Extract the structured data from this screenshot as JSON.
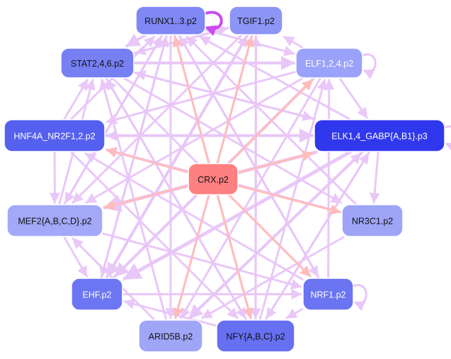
{
  "colors": {
    "background": "#ffffff",
    "edge_regulatory": "#e8c6f8",
    "edge_center": "#ffbcbc",
    "edge_self_strong": "#c84cf0"
  },
  "center_node": {
    "label": "CRX.p2",
    "fill": "#ff8080",
    "text_color": "#111111"
  },
  "nodes": [
    {
      "id": "runx",
      "label": "RUNX1..3.p2",
      "fill": "#7f88f5",
      "text_color": "#111111"
    },
    {
      "id": "tgif",
      "label": "TGIF1.p2",
      "fill": "#8d95f7",
      "text_color": "#111111"
    },
    {
      "id": "stat",
      "label": "STAT2,4,6.p2",
      "fill": "#7680f3",
      "text_color": "#111111"
    },
    {
      "id": "elf",
      "label": "ELF1,2,4.p2",
      "fill": "#9aa2fa",
      "text_color": "#ffffff"
    },
    {
      "id": "hnf",
      "label": "HNF4A_NR2F1,2.p2",
      "fill": "#5560ef",
      "text_color": "#ffffff"
    },
    {
      "id": "elk",
      "label": "ELK1,4_GABP{A,B1}.p3",
      "fill": "#3038ed",
      "text_color": "#ffffff"
    },
    {
      "id": "mef",
      "label": "MEF2{A,B,C,D}.p2",
      "fill": "#a3a9f8",
      "text_color": "#111111"
    },
    {
      "id": "nr3",
      "label": "NR3C1.p2",
      "fill": "#9ea5f7",
      "text_color": "#111111"
    },
    {
      "id": "ehf",
      "label": "EHF.p2",
      "fill": "#6d76f2",
      "text_color": "#ffffff"
    },
    {
      "id": "nrf",
      "label": "NRF1.p2",
      "fill": "#6b74f1",
      "text_color": "#ffffff"
    },
    {
      "id": "arid",
      "label": "ARID5B.p2",
      "fill": "#a0a6f7",
      "text_color": "#111111"
    },
    {
      "id": "nfy",
      "label": "NFY{A,B,C}.p2",
      "fill": "#6670f1",
      "text_color": "#111111"
    }
  ],
  "center_edges": [
    "runx",
    "tgif",
    "elf",
    "hnf",
    "elk",
    "mef",
    "nr3",
    "nrf",
    "arid",
    "nfy"
  ],
  "self_loops": [
    {
      "node": "runx",
      "strength": "strong"
    },
    {
      "node": "elf",
      "strength": "normal"
    },
    {
      "node": "elk",
      "strength": "normal"
    },
    {
      "node": "nrf",
      "strength": "normal"
    }
  ],
  "edges": [
    {
      "from": "runx",
      "to": "stat",
      "w": 4
    },
    {
      "from": "runx",
      "to": "elf",
      "w": 3
    },
    {
      "from": "runx",
      "to": "ehf",
      "w": 3
    },
    {
      "from": "runx",
      "to": "arid",
      "w": 3
    },
    {
      "from": "runx",
      "to": "mef",
      "w": 3
    },
    {
      "from": "runx",
      "to": "nfy",
      "w": 3
    },
    {
      "from": "runx",
      "to": "nrf",
      "w": 3
    },
    {
      "from": "tgif",
      "to": "stat",
      "w": 3
    },
    {
      "from": "tgif",
      "to": "ehf",
      "w": 4
    },
    {
      "from": "tgif",
      "to": "arid",
      "w": 3
    },
    {
      "from": "tgif",
      "to": "nfy",
      "w": 3
    },
    {
      "from": "tgif",
      "to": "mef",
      "w": 3
    },
    {
      "from": "stat",
      "to": "elf",
      "w": 4
    },
    {
      "from": "stat",
      "to": "elk",
      "w": 3
    },
    {
      "from": "stat",
      "to": "nr3",
      "w": 3
    },
    {
      "from": "stat",
      "to": "nrf",
      "w": 3
    },
    {
      "from": "stat",
      "to": "nfy",
      "w": 3
    },
    {
      "from": "stat",
      "to": "tgif",
      "w": 3
    },
    {
      "from": "elf",
      "to": "hnf",
      "w": 3
    },
    {
      "from": "elf",
      "to": "mef",
      "w": 3
    },
    {
      "from": "elf",
      "to": "ehf",
      "w": 4
    },
    {
      "from": "elf",
      "to": "arid",
      "w": 3
    },
    {
      "from": "elf",
      "to": "elk",
      "w": 3
    },
    {
      "from": "elf",
      "to": "tgif",
      "w": 3
    },
    {
      "from": "hnf",
      "to": "elk",
      "w": 4
    },
    {
      "from": "hnf",
      "to": "stat",
      "w": 3
    },
    {
      "from": "hnf",
      "to": "runx",
      "w": 3
    },
    {
      "from": "hnf",
      "to": "mef",
      "w": 3
    },
    {
      "from": "hnf",
      "to": "nfy",
      "w": 3
    },
    {
      "from": "elk",
      "to": "mef",
      "w": 5
    },
    {
      "from": "elk",
      "to": "ehf",
      "w": 5
    },
    {
      "from": "elk",
      "to": "arid",
      "w": 4
    },
    {
      "from": "elk",
      "to": "hnf",
      "w": 3
    },
    {
      "from": "elk",
      "to": "stat",
      "w": 3
    },
    {
      "from": "elk",
      "to": "nr3",
      "w": 3
    },
    {
      "from": "elk",
      "to": "nfy",
      "w": 3
    },
    {
      "from": "elk",
      "to": "runx",
      "w": 3
    },
    {
      "from": "mef",
      "to": "ehf",
      "w": 3
    },
    {
      "from": "mef",
      "to": "nrf",
      "w": 3
    },
    {
      "from": "mef",
      "to": "runx",
      "w": 3
    },
    {
      "from": "mef",
      "to": "stat",
      "w": 3
    },
    {
      "from": "nr3",
      "to": "runx",
      "w": 3
    },
    {
      "from": "nr3",
      "to": "hnf",
      "w": 3
    },
    {
      "from": "nr3",
      "to": "arid",
      "w": 3
    },
    {
      "from": "ehf",
      "to": "elf",
      "w": 3
    },
    {
      "from": "ehf",
      "to": "runx",
      "w": 3
    },
    {
      "from": "ehf",
      "to": "nrf",
      "w": 3
    },
    {
      "from": "ehf",
      "to": "tgif",
      "w": 3
    },
    {
      "from": "nrf",
      "to": "elf",
      "w": 3
    },
    {
      "from": "nrf",
      "to": "hnf",
      "w": 3
    },
    {
      "from": "nrf",
      "to": "nfy",
      "w": 3
    },
    {
      "from": "nrf",
      "to": "runx",
      "w": 3
    },
    {
      "from": "arid",
      "to": "mef",
      "w": 3
    },
    {
      "from": "arid",
      "to": "stat",
      "w": 3
    },
    {
      "from": "arid",
      "to": "elk",
      "w": 3
    },
    {
      "from": "nfy",
      "to": "ehf",
      "w": 3
    },
    {
      "from": "nfy",
      "to": "stat",
      "w": 3
    },
    {
      "from": "nfy",
      "to": "elk",
      "w": 3
    },
    {
      "from": "nfy",
      "to": "tgif",
      "w": 3
    },
    {
      "from": "nfy",
      "to": "elf",
      "w": 3
    }
  ]
}
